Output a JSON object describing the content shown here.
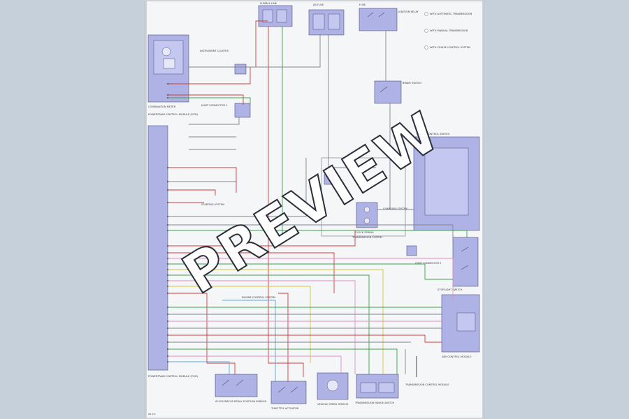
{
  "sheet": {
    "page_id": "MR 974",
    "components": {
      "pcm_top": "POWERTRAIN CONTROL MODULE (PCM)",
      "pcm_bottom": "POWERTRAIN CONTROL MODULE (PCM)",
      "audio_switch": "INSTRUMENT CLUSTER",
      "combination_meter": "COMBINATION METER",
      "junction_2": "JOINT CONNECTOR 2",
      "joint_connector_1": "JOINT CONNECTOR 1",
      "cruise_switch": "CRUISE CONTROL SWITCH",
      "clock_spring": "CLOCK SPRING",
      "stoplight_switch": "STOPLIGHT SWITCH",
      "fuse_top_1": "FUSIBLE LINK",
      "fuse_top_2": "J/B FUSE",
      "ignition_relay": "IGNITION RELAY",
      "fuse_top_3": "FUSE",
      "brake_switch": "BRAKE SWITCH",
      "accel_sensor": "ACCELERATOR PEDAL POSITION SENSOR",
      "throttle_actuator": "THROTTLE ACTUATOR",
      "vehicle_speed": "VEHICLE SPEED SENSOR",
      "transmission_range": "TRANSMISSION RANGE SWITCH",
      "abs_module": "ABS CONTROL MODULE",
      "tcm": "TRANSMISSION CONTROL MODULE"
    },
    "notes": [
      "WITH AUTOMATIC TRANSMISSION",
      "WITH MANUAL TRANSMISSION",
      "WITH CRUISE CONTROL SYSTEM"
    ],
    "cross_refs": {
      "engine_control": "ENGINE CONTROL SYSTEM",
      "transmission": "TRANSMISSION SYSTEM",
      "starting": "STARTING SYSTEM",
      "charging": "CHARGING SYSTEM"
    }
  },
  "watermark": {
    "text": "PREVIEW"
  },
  "colors": {
    "background": "#c5d0da",
    "sheet": "#f5f6f8",
    "component": "#aeb2e4",
    "wire_red": "#d33a3a",
    "wire_green": "#3aa24a",
    "wire_pink": "#e58cc0",
    "wire_yellow": "#d8c43a",
    "wire_blue": "#5aa8e0",
    "wire_gray": "#7d8590",
    "wire_black": "#333333"
  }
}
